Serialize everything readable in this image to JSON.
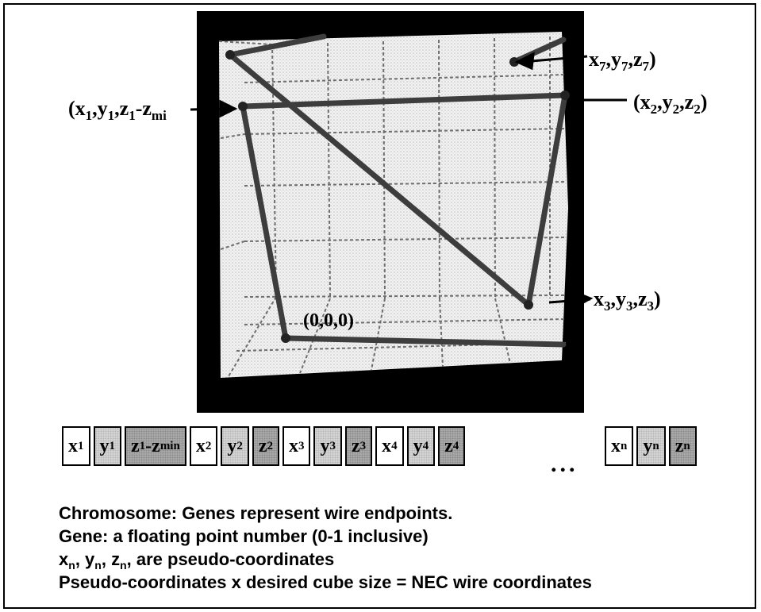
{
  "labels": {
    "p7": "x7,y7,z7)",
    "p1": "(x1,y1,z1-zmi",
    "p2": "(x2,y2,z2)",
    "p3": "x3,y3,z3)",
    "origin": "(0,0,0)"
  },
  "genes_main": [
    "x1",
    "y1",
    "z1-zmin",
    "x2",
    "y2",
    "z2",
    "x3",
    "y3",
    "z3",
    "x4",
    "y4",
    "z4"
  ],
  "ellipsis": "...",
  "genes_tail": [
    "xn",
    "yn",
    "zn"
  ],
  "notes": {
    "line1": "Chromosome: Genes represent wire endpoints.",
    "line2": "Gene: a floating point number (0-1 inclusive)",
    "line3_suffix": ", are pseudo-coordinates",
    "line3_vars": "xn, yn, zn",
    "line4": "Pseudo-coordinates x desired cube size = NEC wire coordinates"
  },
  "colors": {
    "wire": "#444444",
    "cube_bg": "#000000",
    "grid": "#777777"
  }
}
